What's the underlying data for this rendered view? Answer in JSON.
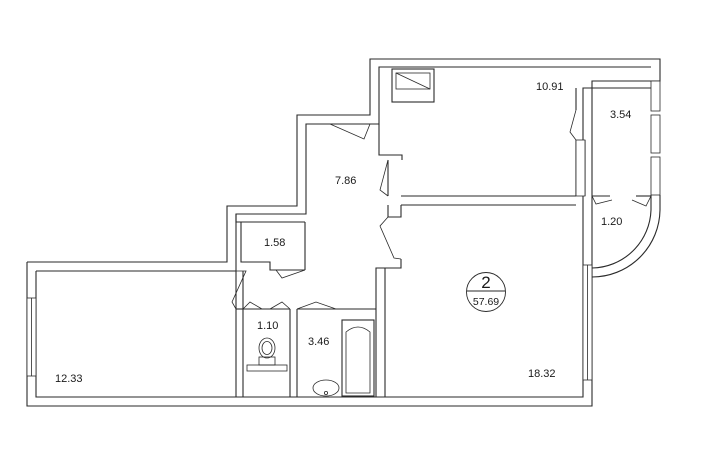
{
  "apartment": {
    "rooms_count": "2",
    "total_area": "57.69"
  },
  "rooms": {
    "room_kitchen": "10.91",
    "room_loggia": "3.54",
    "room_corridor": "7.86",
    "room_balcony": "1.20",
    "room_storage": "1.58",
    "room_wc": "1.10",
    "room_bathroom": "3.46",
    "room_living_left": "12.33",
    "room_living_right": "18.32"
  }
}
